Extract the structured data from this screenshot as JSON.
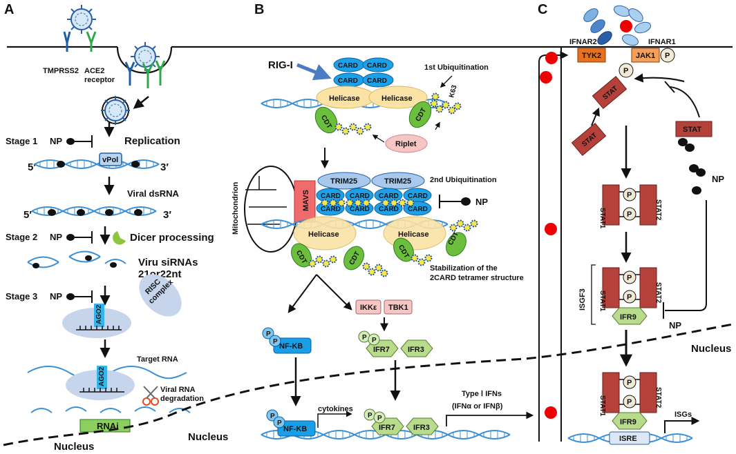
{
  "panels": {
    "a": "A",
    "b": "B",
    "c": "C"
  },
  "panel_a": {
    "tmprss2": "TMPRSS2",
    "ace2": "ACE2",
    "receptor": "receptor",
    "stage1": "Stage 1",
    "stage2": "Stage 2",
    "stage3": "Stage 3",
    "np": "NP",
    "replication": "Replication",
    "vpol": "vPol",
    "five_prime": "5′",
    "three_prime": "3′",
    "viral_dsrna": "Viral dsRNA",
    "dicer": "Dicer processing",
    "viru_sirnas": "Viru siRNAs",
    "nt": "21or22nt",
    "risc1": "RISC",
    "risc2": "complex",
    "ago2": "AGO2",
    "target_rna": "Target RNA",
    "degradation1": "Viral RNA",
    "degradation2": "degradation",
    "rnai": "RNAi",
    "nucleus": "Nucleus"
  },
  "panel_b": {
    "rigi": "RIG-I",
    "card": "CARD",
    "helicase": "Helicase",
    "cdt": "CDT",
    "ub1": "1st Ubiquitination",
    "k63": "K63",
    "riplet": "Riplet",
    "mitochondrion": "Mitochondrion",
    "mavs": "MAVS",
    "trim25": "TRIM25",
    "ub2": "2nd Ubiquitination",
    "np": "NP",
    "stab1": "Stabilization of the",
    "stab2": "2CARD tetramer structure",
    "ikke": "IKKε",
    "tbk1": "TBK1",
    "nfkb": "NF-KB",
    "ifr7": "IFR7",
    "ifr3": "IFR3",
    "p": "P",
    "cytokines": "cytokines",
    "type1": "Type Ⅰ IFNs",
    "ifn": "(IFNα or IFNβ)",
    "nucleus": "Nucleus"
  },
  "panel_c": {
    "ifnar2": "IFNAR2",
    "ifnar1": "IFNAR1",
    "tyk2": "TYK2",
    "jak1": "JAK1",
    "p": "P",
    "stat": "STAT",
    "stat1": "STAT1",
    "stat2": "STAT2",
    "np": "NP",
    "isgf3": "ISGF3",
    "ifr9": "IFR9",
    "isre": "ISRE",
    "isgs": "ISGs",
    "nucleus": "Nucleus"
  },
  "colors": {
    "card": "#1ea0e6",
    "helicase": "#fbe3a6",
    "cdt": "#6cbf3d",
    "stat": "#b5413b",
    "tyk2": "#e8711f",
    "jak1": "#f4a05a",
    "ikk": "#f5c6c4",
    "ifr": "#b8dc8c",
    "nfkb": "#1b9ee8",
    "mavs": "#f06b6b",
    "rnai": "#8ccf5e",
    "dna": "#3b8fd4"
  }
}
